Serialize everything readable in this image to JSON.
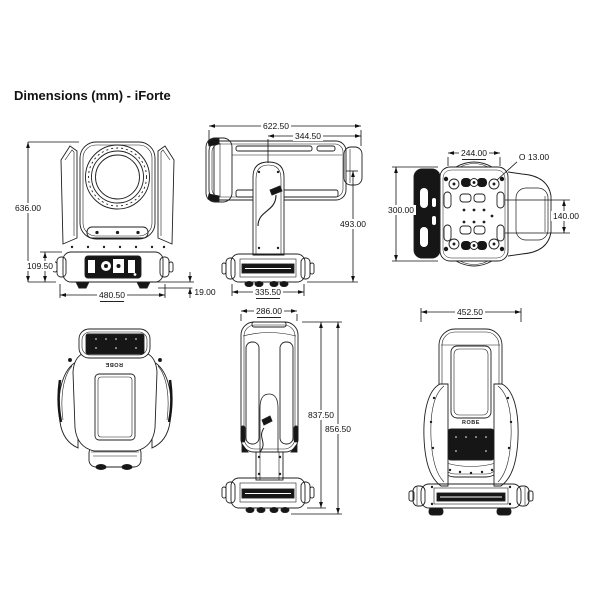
{
  "title": "Dimensions (mm) - iForte",
  "brand": "ROBE",
  "views": {
    "front": {
      "overall_height_mm": "636.00",
      "base_height_mm": "109.50",
      "base_width_mm": "480.50",
      "feet_height_mm": "19.00"
    },
    "side_head_horizontal": {
      "overall_length_mm": "622.50",
      "pan_axis_to_head_rear_mm": "344.50",
      "tilt_axis_height_mm": "493.00",
      "base_depth_mm": "335.50"
    },
    "base_bottom": {
      "mounting_hole_spacing_mm": "244.00",
      "mounting_hole_diameter_mm": "O 13.00",
      "base_length_mm": "300.00",
      "adapter_slot_spacing_mm": "140.00"
    },
    "side_head_up": {
      "head_depth_mm": "286.00",
      "height_without_feet_mm": "837.50",
      "overall_height_mm": "856.50"
    },
    "rear_head_up": {
      "overall_width_mm": "452.50"
    }
  }
}
